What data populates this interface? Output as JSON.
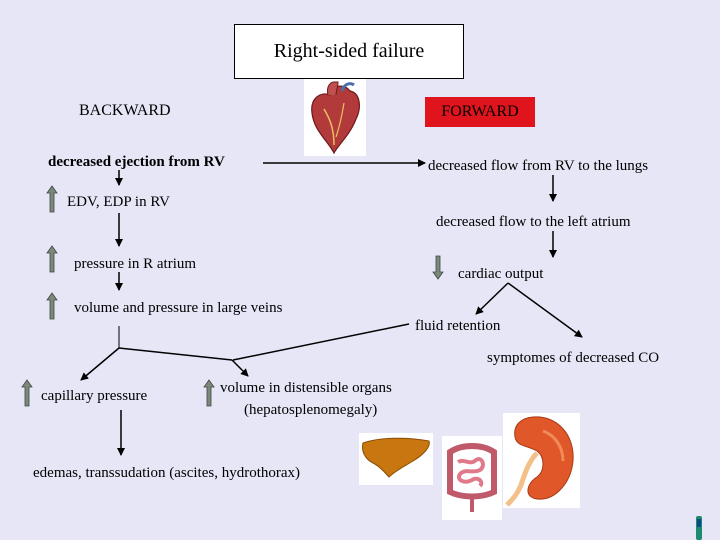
{
  "title": "Right-sided failure",
  "backward": {
    "heading": "BACKWARD",
    "decreased_ejection": "decreased ejection from RV",
    "edv_edp": "EDV, EDP in RV",
    "pressure_atrium": "pressure in R atrium",
    "volume_veins": "volume and pressure in large veins",
    "capillary_pressure": "capillary pressure",
    "volume_organs_line1": "volume in distensible organs",
    "volume_organs_line2": "(hepatosplenomegaly)",
    "edemas": "edemas, transsudation (ascites, hydrothorax)"
  },
  "forward": {
    "heading": "FORWARD",
    "decreased_flow_lungs": "decreased flow from RV to the lungs",
    "decreased_flow_atrium": "decreased flow to the left atrium",
    "cardiac_output": "cardiac output",
    "fluid_retention": "fluid retention",
    "symptomes": "symptomes of decreased CO"
  },
  "colors": {
    "background": "#e6e6f7",
    "forward_box": "#e0141c",
    "up_arrow_fill": "#7a8a7a",
    "heart": "#b23a3a",
    "liver": "#c8760f",
    "intestine": "#d86a7a",
    "kidney": "#e0582a"
  },
  "icons": [
    "heart-image",
    "liver-image",
    "intestine-image",
    "kidney-image",
    "up-arrow-icon",
    "down-arrow-icon"
  ]
}
